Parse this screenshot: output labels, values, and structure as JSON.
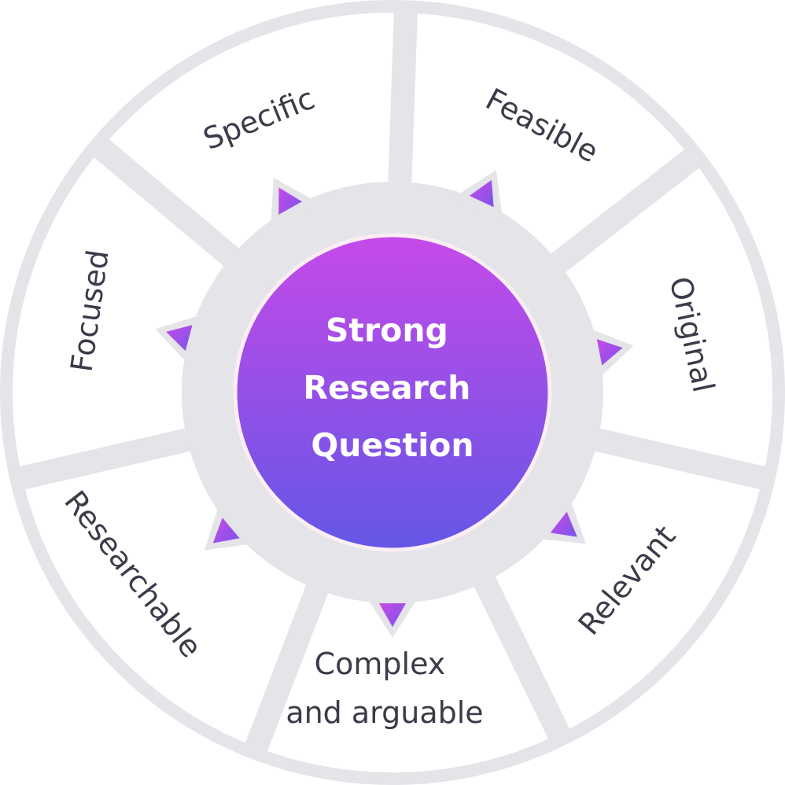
{
  "center": {
    "lines": [
      "Strong",
      "Research",
      "Question"
    ]
  },
  "segments": [
    {
      "id": "specific",
      "label": "Specific"
    },
    {
      "id": "feasible",
      "label": "Feasible"
    },
    {
      "id": "original",
      "label": "Original"
    },
    {
      "id": "relevant",
      "label": "Relevant"
    },
    {
      "id": "complex",
      "lines": [
        "Complex",
        "and arguable"
      ]
    },
    {
      "id": "researchable",
      "label": "Researchable"
    },
    {
      "id": "focused",
      "label": "Focused"
    }
  ],
  "colors": {
    "ring": "#e4e4e9",
    "background": "#ffffff",
    "center_top": "#c64ae8",
    "center_bottom": "#6456e6",
    "center_border": "#fbeef4",
    "arrow_top": "#c64ae8",
    "arrow_bottom": "#7a55e8",
    "label": "#3d3a4a"
  }
}
